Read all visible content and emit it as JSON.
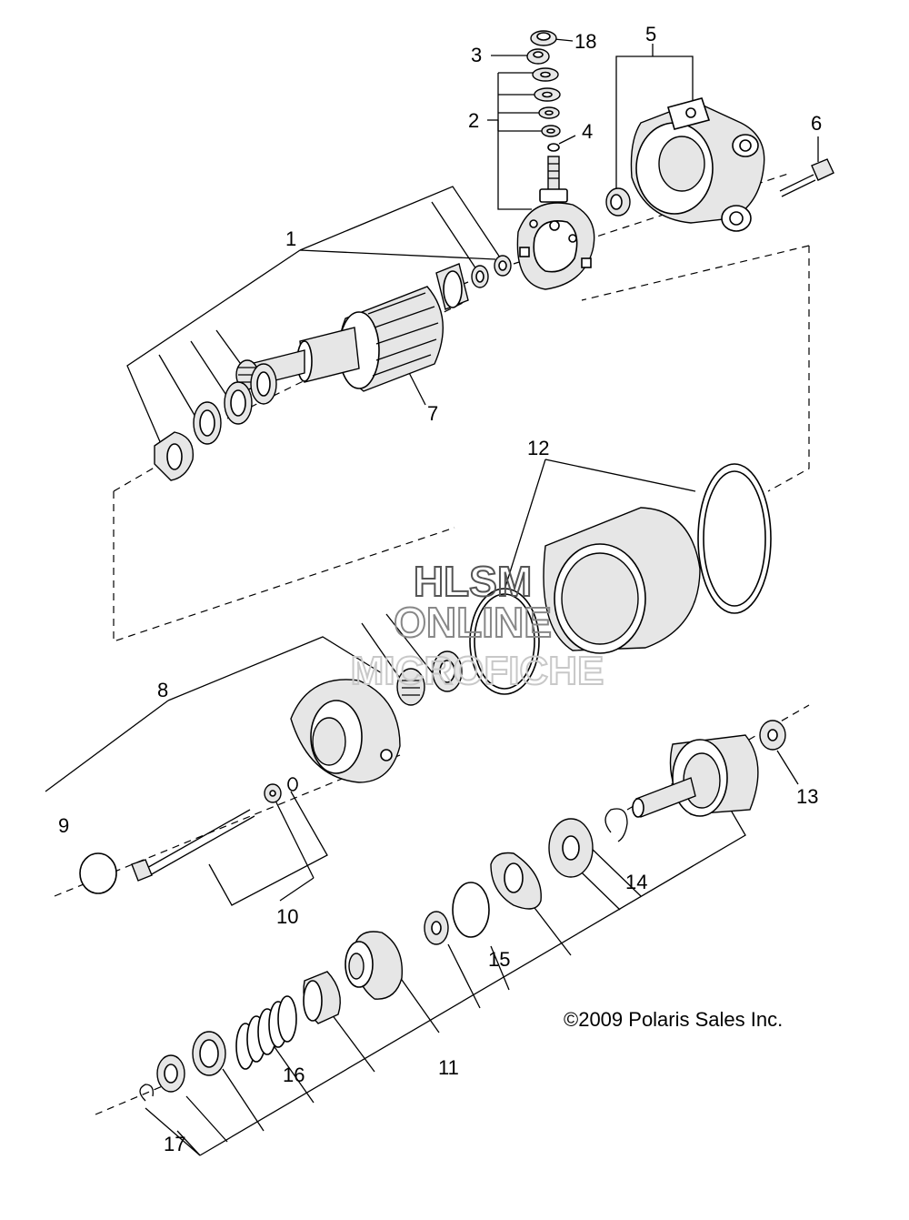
{
  "callouts": {
    "c1": "1",
    "c2": "2",
    "c3": "3",
    "c4": "4",
    "c5": "5",
    "c6": "6",
    "c7": "7",
    "c8": "8",
    "c9": "9",
    "c10": "10",
    "c11": "11",
    "c12": "12",
    "c13": "13",
    "c14": "14",
    "c15": "15",
    "c16": "16",
    "c17": "17",
    "c18": "18"
  },
  "watermark": {
    "line1": "HLSM",
    "line2": "ONLINE",
    "line3": "MICROFICHE"
  },
  "copyright": "©2009 Polaris Sales Inc."
}
